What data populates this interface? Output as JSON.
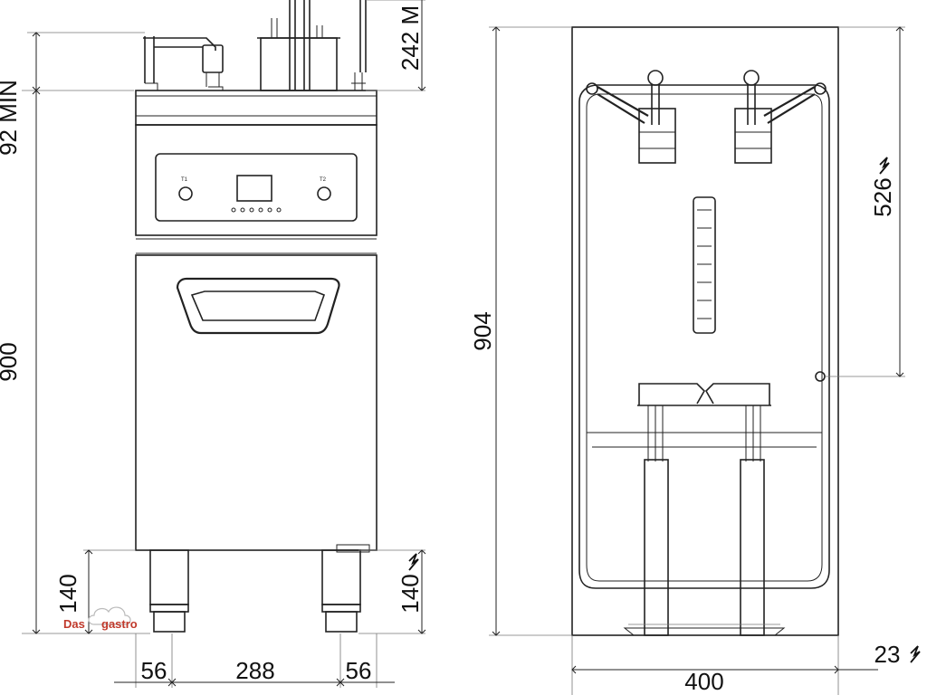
{
  "front_view": {
    "dim_top_min": "92 MIN",
    "dim_top_max": "242 M",
    "dim_height": "900",
    "dim_leg_left": "140",
    "dim_leg_right": "140",
    "dim_bottom_left": "56",
    "dim_bottom_center": "288",
    "dim_bottom_right": "56",
    "panel_label_left": "T1",
    "panel_label_right": "T2"
  },
  "side_view": {
    "dim_depth": "904",
    "dim_electrical": "526",
    "dim_width": "400",
    "dim_offset": "23"
  },
  "watermark": {
    "text_left": "Das",
    "text_right": "gastro"
  },
  "icons": {
    "electric": "lightning-bolt-icon",
    "logo": "cloud-logo-icon"
  }
}
